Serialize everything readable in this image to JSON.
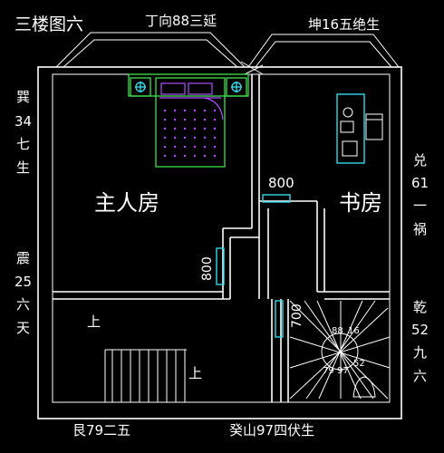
{
  "title": "三楼图六",
  "labels": {
    "top_center": "丁向88三延",
    "top_right": "坤16五绝生",
    "bottom_left": "艮79二五",
    "bottom_center": "癸山97四伏生",
    "left_upper": [
      "巽",
      "34",
      "七",
      "生"
    ],
    "left_lower": [
      "震",
      "25",
      "六",
      "天"
    ],
    "right_upper": [
      "兑",
      "61",
      "一",
      "祸"
    ],
    "right_lower": [
      "乾",
      "52",
      "九",
      "六"
    ]
  },
  "rooms": {
    "master_bedroom": "主人房",
    "study": "书房"
  },
  "dimensions": {
    "door_800_top": "800",
    "door_800_left": "800",
    "door_700": "700"
  },
  "stairs": {
    "up_1": "上",
    "up_2": "上"
  },
  "compass": {
    "n1": "88",
    "n2": "16",
    "n3": "79",
    "n4": "97",
    "n5": "52"
  },
  "colors": {
    "background": "#000000",
    "walls": "#ffffff",
    "cyan": "#34d8e8",
    "green": "#3ee04a",
    "purple": "#b04cff"
  }
}
